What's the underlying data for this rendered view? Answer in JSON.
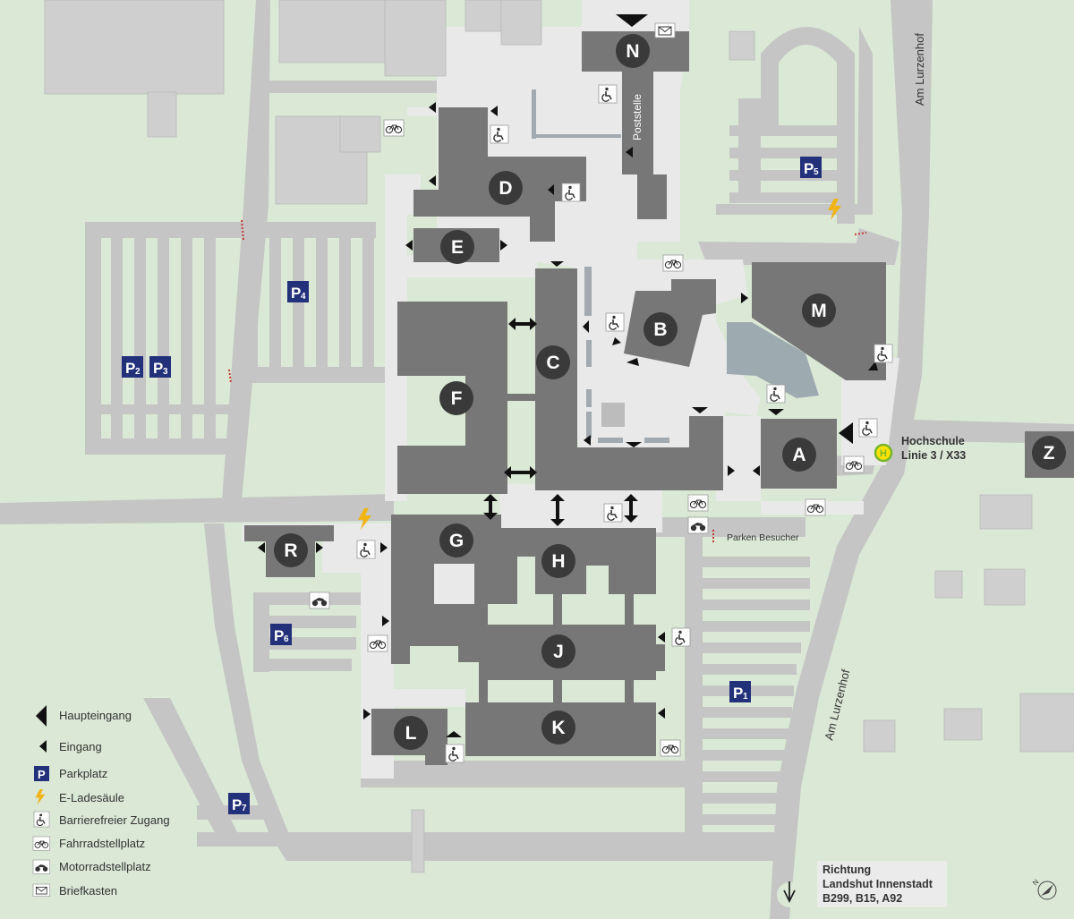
{
  "colors": {
    "background": "#dbe8d6",
    "road": "#c5c5c5",
    "path": "#e9e9e9",
    "building_campus": "#777777",
    "building_other": "#cfcfcf",
    "circle": "#3a3a3a",
    "parking_blue": "#23307a",
    "bolt": "#f0b416",
    "bus_stop": "#76b62c",
    "water": "#9daab0"
  },
  "buildings": [
    {
      "id": "A",
      "label": "A"
    },
    {
      "id": "B",
      "label": "B"
    },
    {
      "id": "C",
      "label": "C"
    },
    {
      "id": "D",
      "label": "D"
    },
    {
      "id": "E",
      "label": "E"
    },
    {
      "id": "F",
      "label": "F"
    },
    {
      "id": "G",
      "label": "G"
    },
    {
      "id": "H",
      "label": "H"
    },
    {
      "id": "J",
      "label": "J"
    },
    {
      "id": "K",
      "label": "K"
    },
    {
      "id": "L",
      "label": "L"
    },
    {
      "id": "M",
      "label": "M"
    },
    {
      "id": "N",
      "label": "N"
    },
    {
      "id": "R",
      "label": "R"
    },
    {
      "id": "Z",
      "label": "Z"
    }
  ],
  "parking": [
    {
      "id": "P1",
      "letter": "P",
      "sub": "1"
    },
    {
      "id": "P2",
      "letter": "P",
      "sub": "2"
    },
    {
      "id": "P3",
      "letter": "P",
      "sub": "3"
    },
    {
      "id": "P4",
      "letter": "P",
      "sub": "4"
    },
    {
      "id": "P5",
      "letter": "P",
      "sub": "5"
    },
    {
      "id": "P6",
      "letter": "P",
      "sub": "6"
    },
    {
      "id": "P7",
      "letter": "P",
      "sub": "7"
    }
  ],
  "labels": {
    "street_top": "Am Lurzenhof",
    "street_bottom": "Am Lurzenhof",
    "poststelle": "Poststelle",
    "parken_besucher": "Parken Besucher",
    "bus_stop_symbol": "H",
    "bus_stop_line1": "Hochschule",
    "bus_stop_line2": "Linie 3 / X33",
    "direction_line1": "Richtung",
    "direction_line2": "Landshut Innenstadt",
    "direction_line3": "B299, B15, A92",
    "north": "N"
  },
  "legend": [
    {
      "icon": "main-entrance-icon",
      "label": "Haupteingang"
    },
    {
      "icon": "entrance-icon",
      "label": "Eingang"
    },
    {
      "icon": "parking-icon",
      "label": "Parkplatz",
      "symbol": "P"
    },
    {
      "icon": "charging-station-icon",
      "label": "E-Ladesäule"
    },
    {
      "icon": "wheelchair-icon",
      "label": "Barrierefreier Zugang"
    },
    {
      "icon": "bicycle-icon",
      "label": "Fahrradstellplatz"
    },
    {
      "icon": "motorcycle-icon",
      "label": "Motorradstellplatz"
    },
    {
      "icon": "mailbox-icon",
      "label": "Briefkasten"
    }
  ]
}
